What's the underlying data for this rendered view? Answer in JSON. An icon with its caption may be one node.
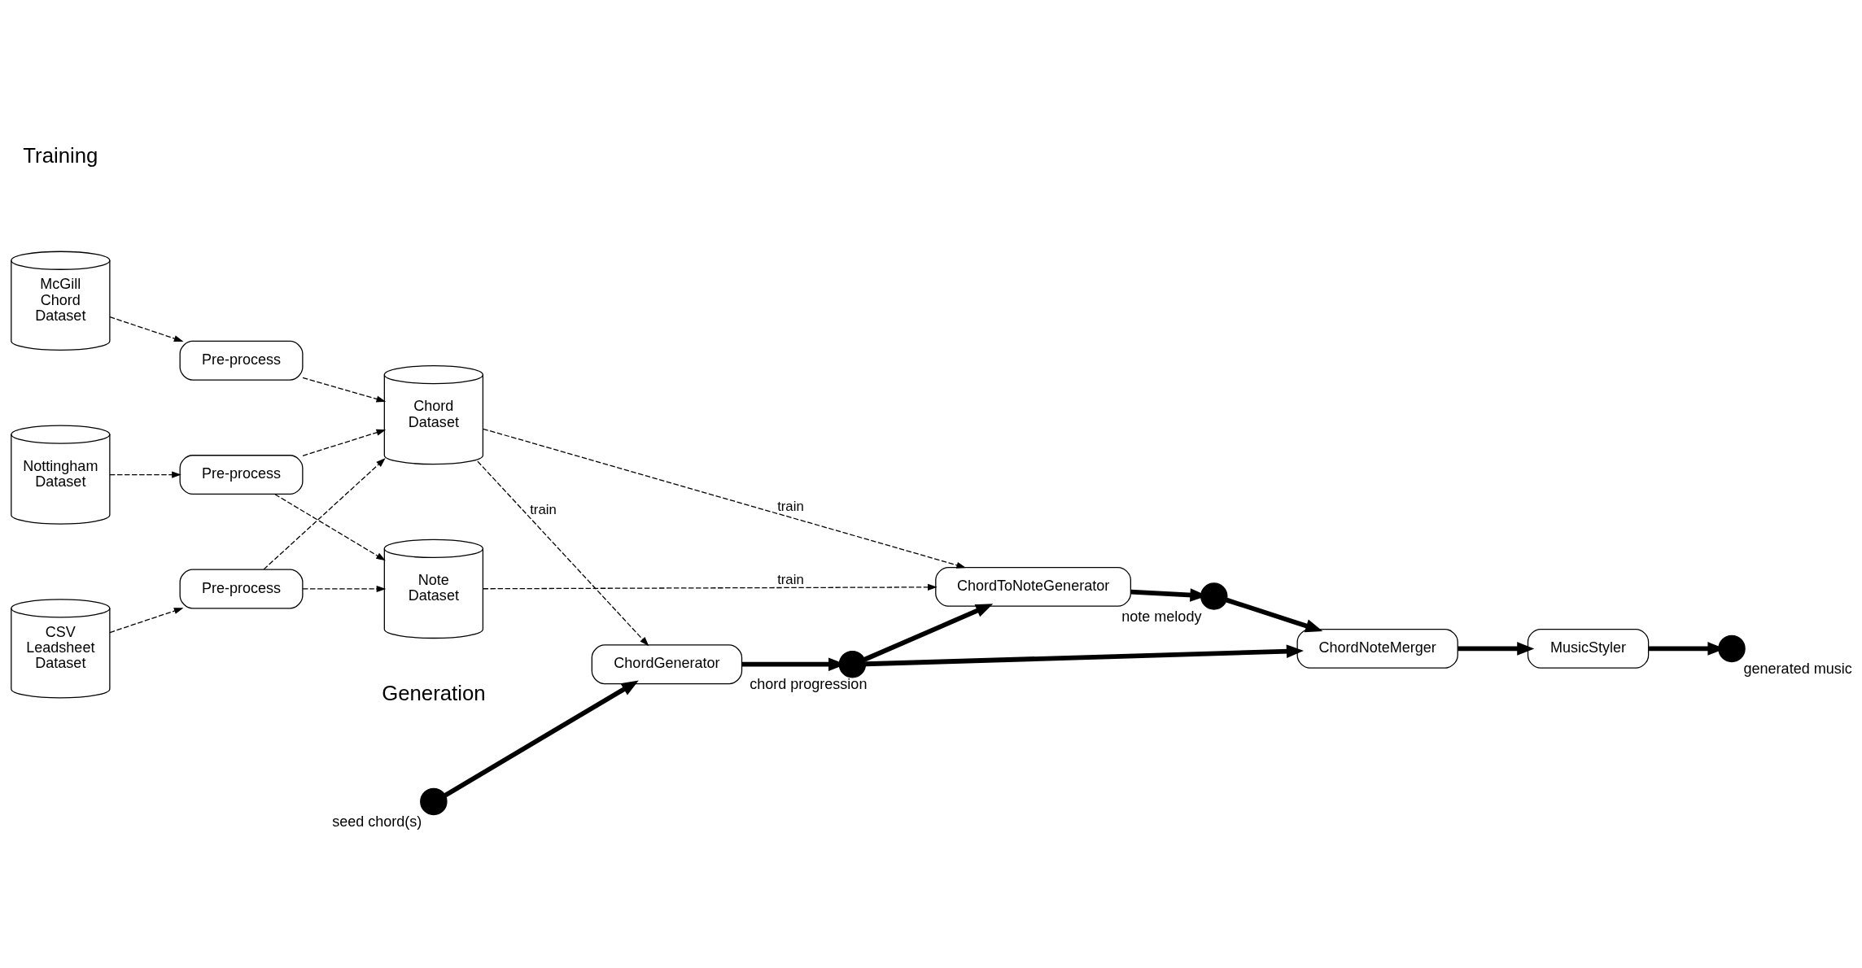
{
  "diagram": {
    "nodes": [
      {
        "text": [
          "McGill Chord Dataset"
        ]
      },
      {
        "text": [
          "Nottingham Dataset"
        ]
      },
      {
        "text": [
          "CSV Leadsheet Dataset"
        ]
      },
      {
        "text": [
          "Pre-process"
        ]
      },
      {
        "text": [
          "Pre-process"
        ]
      },
      {
        "text": [
          "Pre-process"
        ]
      },
      {
        "text": [
          "Chord Dataset"
        ]
      },
      {
        "text": [
          "Note Dataset"
        ]
      },
      {
        "text": [],
        "shape": "circle",
        "beside": [
          "seed chord(s)"
        ]
      },
      {
        "text": [
          "ChordGenerator"
        ]
      },
      {
        "text": [],
        "shape": "circle",
        "beside": [
          "chord progression"
        ]
      },
      {
        "text": [
          "ChordToNoteGenerator"
        ]
      },
      {
        "text": [],
        "shape": "circle",
        "beside": [
          "note melody"
        ]
      },
      {
        "text": [
          "ChordNoteMerger"
        ]
      },
      {
        "text": [
          "MusicStyler"
        ]
      },
      {
        "text": [],
        "shape": "circle",
        "beside": [
          "generated music"
        ]
      }
    ],
    "edges": [
      {
        "from": 0,
        "to": 3,
        "arrow": "to",
        "style": "dashed"
      },
      {
        "from": 3,
        "to": 6,
        "arrow": "to",
        "style": "dashed"
      },
      {
        "from": 1,
        "to": 4,
        "arrow": "to",
        "style": "dashed"
      },
      {
        "from": 4,
        "to": 6,
        "arrow": "to",
        "style": "dashed"
      },
      {
        "from": 4,
        "to": 7,
        "arrow": "to",
        "style": "dashed"
      },
      {
        "from": 2,
        "to": 5,
        "arrow": "to",
        "style": "dashed"
      },
      {
        "from": 5,
        "to": 6,
        "arrow": "to",
        "style": "dashed"
      },
      {
        "from": 5,
        "to": 7,
        "arrow": "to",
        "style": "dashed"
      },
      {
        "from": 6,
        "to": 9,
        "arrow": "to",
        "style": "dashed",
        "label": "train"
      },
      {
        "from": 6,
        "to": 11,
        "arrow": "to",
        "style": "dashed",
        "label": "train"
      },
      {
        "from": 7,
        "to": 11,
        "arrow": "to",
        "style": "dashed",
        "label": "train"
      },
      {
        "from": 8,
        "to": 9,
        "arrow": "to",
        "style": "thick"
      },
      {
        "from": 9,
        "to": 10,
        "arrow": "to",
        "style": "thick"
      },
      {
        "from": 10,
        "to": 13,
        "arrow": "to",
        "style": "thick"
      },
      {
        "from": 10,
        "to": 11,
        "arrow": "to",
        "style": "thick"
      },
      {
        "from": 11,
        "to": 12,
        "arrow": "to",
        "style": "thick"
      },
      {
        "from": 12,
        "to": 13,
        "arrow": "to",
        "style": "thick"
      },
      {
        "from": 13,
        "to": 14,
        "arrow": "to",
        "style": "thick"
      },
      {
        "from": 14,
        "to": 15,
        "arrow": "to",
        "style": "thick"
      }
    ],
    "labels": [
      "Training",
      "Generation"
    ]
  }
}
